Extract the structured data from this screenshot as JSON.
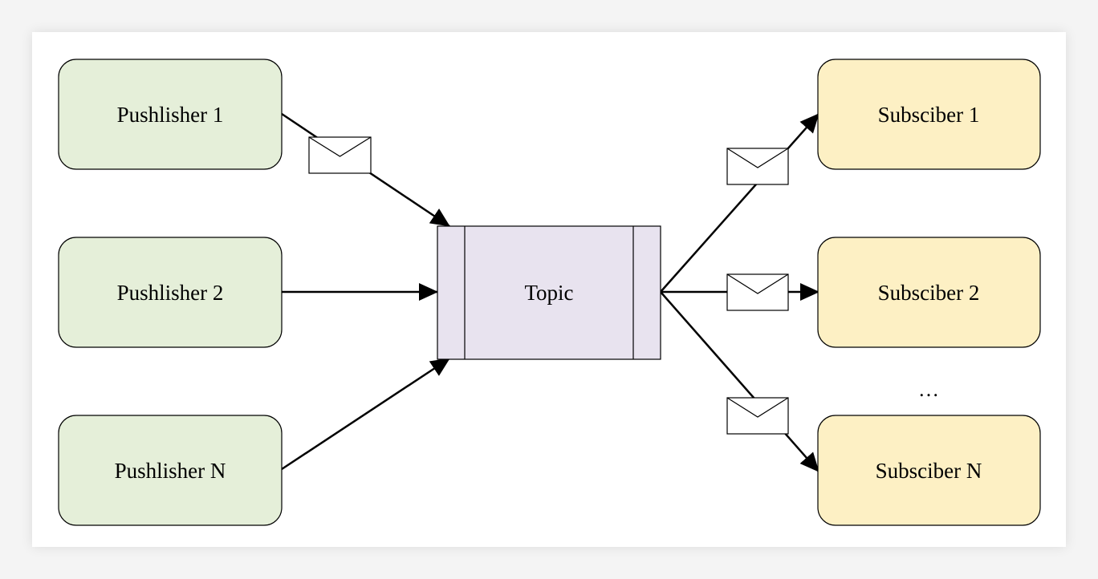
{
  "diagram": {
    "publishers": [
      {
        "label": "Pushlisher 1"
      },
      {
        "label": "Pushlisher 2"
      },
      {
        "label": "Pushlisher N"
      }
    ],
    "topic": {
      "label": "Topic"
    },
    "subscribers": [
      {
        "label": "Subsciber 1"
      },
      {
        "label": "Subsciber 2"
      },
      {
        "label": "Subsciber N"
      }
    ],
    "ellipsis": "…",
    "colors": {
      "publisher_fill": "#e5efd9",
      "subscriber_fill": "#fdf0c4",
      "topic_fill": "#e8e3ef",
      "stroke": "#000000",
      "envelope_fill": "#ffffff"
    },
    "icons": [
      "envelope-icon",
      "arrowhead-icon"
    ]
  }
}
